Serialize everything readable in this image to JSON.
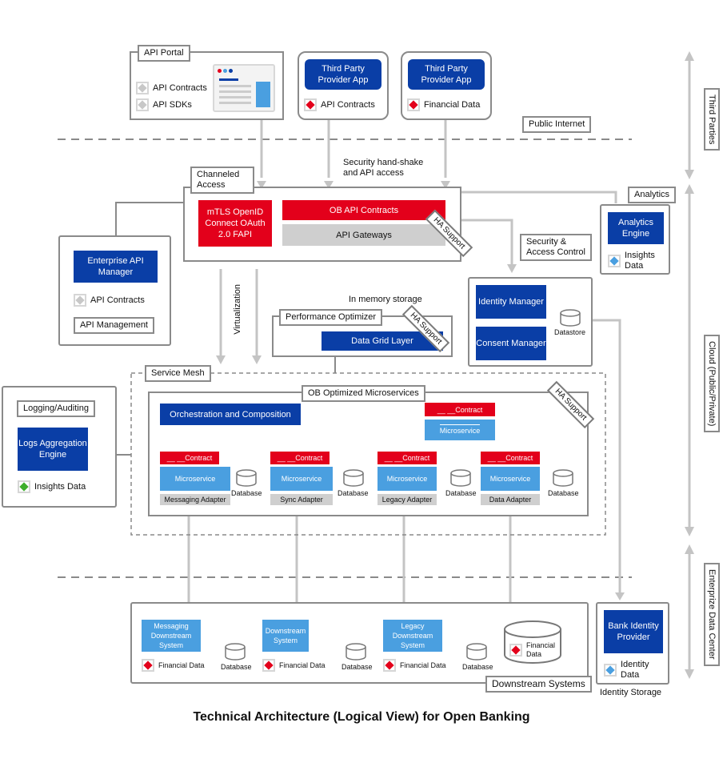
{
  "title": "Technical Architecture (Logical View) for Open Banking",
  "zones": {
    "third_parties": "Third Parties",
    "cloud": "Cloud (Public/Private)",
    "data_center": "Enterprize Data Center",
    "public_internet": "Public Internet"
  },
  "api_portal": {
    "label": "API Portal",
    "items": [
      "API Contracts",
      "API SDKs"
    ]
  },
  "tpp": [
    {
      "title": "Third Party Provider App",
      "item": "API Contracts"
    },
    {
      "title": "Third Party Provider App",
      "item": "Financial Data"
    }
  ],
  "annotations": {
    "handshake": "Security hand-shake and API access",
    "security_access": "Security & Access Control",
    "in_memory": "In memory storage",
    "virtualization": "Virtualization"
  },
  "channeled_access": {
    "label": "Channeled Access",
    "auth": "mTLS OpenID Connect OAuth 2.0 FAPI",
    "contracts": "OB API Contracts",
    "gateways": "API Gateways",
    "ha": "HA Support"
  },
  "analytics": {
    "label": "Analytics",
    "engine": "Analytics Engine",
    "item": "Insights Data"
  },
  "enterprise_api": {
    "engine": "Enterprise API Manager",
    "item": "API Contracts",
    "label": "API Management"
  },
  "performance": {
    "label": "Performance Optimizer",
    "layer": "Data Grid Layer",
    "ha": "HA Support"
  },
  "identity": {
    "identity_manager": "Identity Manager",
    "consent_manager": "Consent Manager",
    "datastore": "Datastore"
  },
  "logging": {
    "label": "Logging/Auditing",
    "engine": "Logs Aggregation Engine",
    "item": "Insights Data"
  },
  "service_mesh": {
    "label": "Service Mesh",
    "ms_label": "OB Optimized Microservices",
    "orchestration": "Orchestration and Composition",
    "ha": "HA Support",
    "top_contract": "__ __Contract",
    "top_ms": "Microservice",
    "services": [
      {
        "contract": "__ __Contract",
        "ms": "Microservice",
        "adapter": "Messaging Adapter",
        "db": "Database"
      },
      {
        "contract": "__ __Contract",
        "ms": "Microservice",
        "adapter": "Sync Adapter",
        "db": "Database"
      },
      {
        "contract": "__ __Contract",
        "ms": "Microservice",
        "adapter": "Legacy Adapter",
        "db": "Database"
      },
      {
        "contract": "__ __Contract",
        "ms": "Microservice",
        "adapter": "Data Adapter",
        "db": "Database"
      }
    ]
  },
  "downstream": {
    "label": "Downstream Systems",
    "systems": [
      {
        "name": "Messaging Downstream System",
        "item": "Financial Data",
        "db": "Database"
      },
      {
        "name": "Downstream System",
        "item": "Financial Data",
        "db": "Database"
      },
      {
        "name": "Legacy Downstream System",
        "item": "Financial Data",
        "db": "Database"
      }
    ],
    "store_item": "Financial Data"
  },
  "bank_identity": {
    "engine": "Bank Identity Provider",
    "item": "Identity Data",
    "label": "Identity Storage"
  }
}
